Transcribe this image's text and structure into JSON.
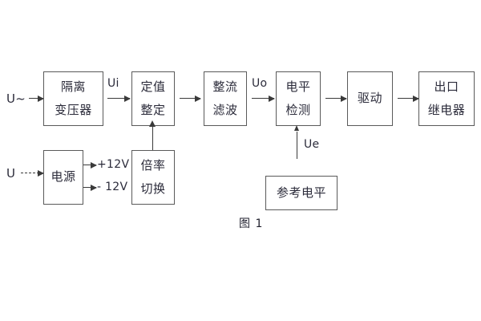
{
  "figure": {
    "caption": "图 1",
    "stroke_color": "#5a5a5a",
    "arrow_color": "#3a3a3a",
    "text_color": "#2b2b3a",
    "background": "#ffffff"
  },
  "signal_chain": [
    {
      "id": "isolation-transformer",
      "line1": "隔离",
      "line2": "变压器"
    },
    {
      "id": "setting-value",
      "line1": "定值",
      "line2": "整定"
    },
    {
      "id": "rectify-filter",
      "line1": "整流",
      "line2": "滤波"
    },
    {
      "id": "level-detection",
      "line1": "电平",
      "line2": "检测"
    },
    {
      "id": "drive",
      "line1": "驱动",
      "line2": ""
    },
    {
      "id": "output-relay",
      "line1": "出口",
      "line2": "继电器"
    }
  ],
  "support_blocks": [
    {
      "id": "power-supply",
      "line1": "电源",
      "line2": ""
    },
    {
      "id": "multiplier-switch",
      "line1": "倍率",
      "line2": "切换"
    },
    {
      "id": "reference-level",
      "line1": "参考电平",
      "line2": ""
    }
  ],
  "signal_labels": {
    "ac_input": "U~",
    "dc_input": "U",
    "ui": "Ui",
    "uo": "Uo",
    "ue": "Ue",
    "rail_positive": "+12V",
    "rail_negative": "- 12V"
  }
}
